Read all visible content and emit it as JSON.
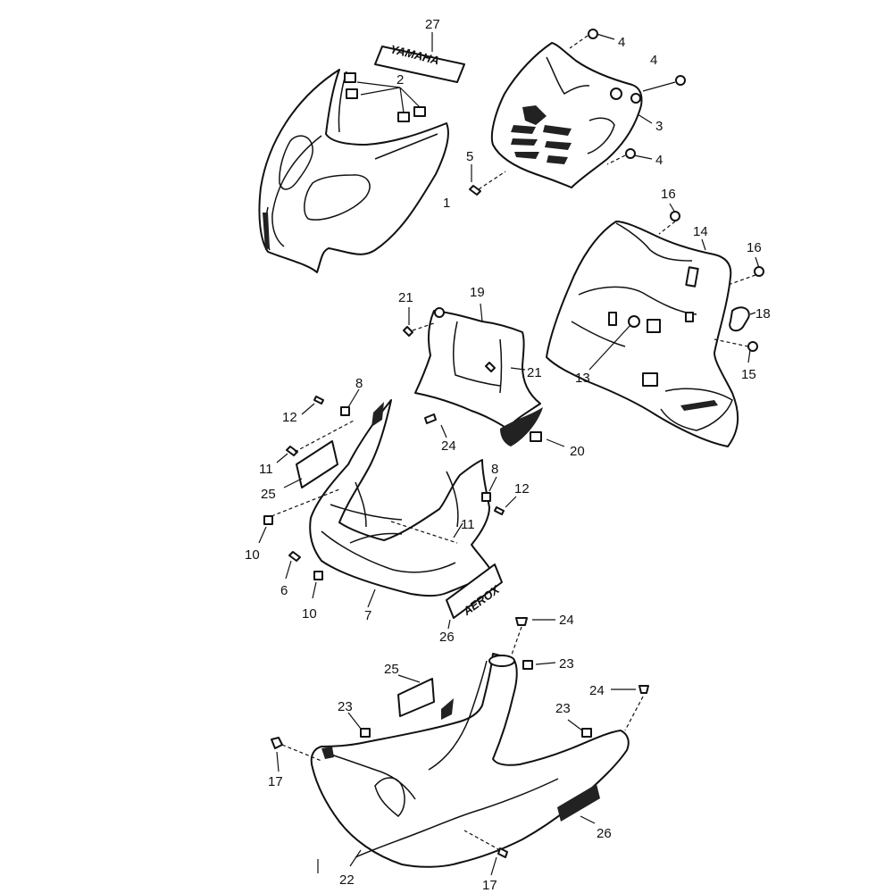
{
  "callouts": [
    {
      "id": "c1",
      "text": "1"
    },
    {
      "id": "c2",
      "text": "2"
    },
    {
      "id": "c3",
      "text": "3"
    },
    {
      "id": "c4a",
      "text": "4"
    },
    {
      "id": "c4b",
      "text": "4"
    },
    {
      "id": "c4c",
      "text": "4"
    },
    {
      "id": "c5",
      "text": "5"
    },
    {
      "id": "c6",
      "text": "6"
    },
    {
      "id": "c7",
      "text": "7"
    },
    {
      "id": "c8a",
      "text": "8"
    },
    {
      "id": "c8b",
      "text": "8"
    },
    {
      "id": "c10a",
      "text": "10"
    },
    {
      "id": "c10b",
      "text": "10"
    },
    {
      "id": "c11a",
      "text": "11"
    },
    {
      "id": "c11b",
      "text": "11"
    },
    {
      "id": "c12a",
      "text": "12"
    },
    {
      "id": "c12b",
      "text": "12"
    },
    {
      "id": "c13",
      "text": "13"
    },
    {
      "id": "c14",
      "text": "14"
    },
    {
      "id": "c15",
      "text": "15"
    },
    {
      "id": "c16a",
      "text": "16"
    },
    {
      "id": "c16b",
      "text": "16"
    },
    {
      "id": "c17a",
      "text": "17"
    },
    {
      "id": "c17b",
      "text": "17"
    },
    {
      "id": "c18",
      "text": "18"
    },
    {
      "id": "c19",
      "text": "19"
    },
    {
      "id": "c20",
      "text": "20"
    },
    {
      "id": "c21a",
      "text": "21"
    },
    {
      "id": "c21b",
      "text": "21"
    },
    {
      "id": "c22",
      "text": "22"
    },
    {
      "id": "c23a",
      "text": "23"
    },
    {
      "id": "c23b",
      "text": "23"
    },
    {
      "id": "c23c",
      "text": "23"
    },
    {
      "id": "c24a",
      "text": "24"
    },
    {
      "id": "c24b",
      "text": "24"
    },
    {
      "id": "c24c",
      "text": "24"
    },
    {
      "id": "c25a",
      "text": "25"
    },
    {
      "id": "c25b",
      "text": "25"
    },
    {
      "id": "c26a",
      "text": "26"
    },
    {
      "id": "c26b",
      "text": "26"
    },
    {
      "id": "c27",
      "text": "27"
    }
  ],
  "decals": {
    "yamaha": "YAMAHA",
    "aerox": "AEROX"
  }
}
